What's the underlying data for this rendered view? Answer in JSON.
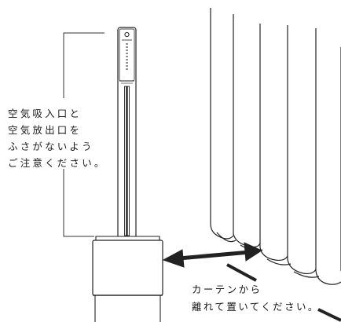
{
  "left_note": {
    "lines": [
      "空気吸入口と",
      "空気放出口を",
      "ふさがないよう",
      "ご注意ください。"
    ]
  },
  "right_note": {
    "lines": [
      "カーテンから",
      "離れて置いてください。"
    ]
  }
}
